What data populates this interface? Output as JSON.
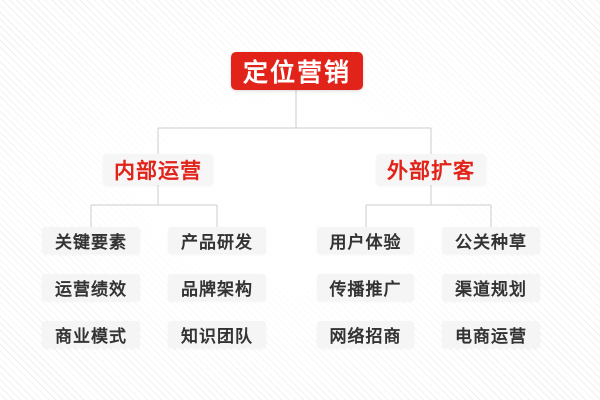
{
  "root_node": {
    "label": "定位营销"
  },
  "branches": [
    {
      "label": "内部运营",
      "children": [
        "关键要素",
        "产品研发",
        "运营绩效",
        "品牌架构",
        "商业模式",
        "知识团队"
      ]
    },
    {
      "label": "外部扩客",
      "children": [
        "用户体验",
        "公关种草",
        "传播推广",
        "渠道规划",
        "网络招商",
        "电商运营"
      ]
    }
  ],
  "colors": {
    "accent_red": "#e2231a",
    "root_text": "#ffffff",
    "branch_text": "#e2231a",
    "leaf_bg": "#f5f5f5",
    "leaf_text": "#333333",
    "connector": "#cccccc",
    "background_stripe": "#f0f0f0"
  }
}
